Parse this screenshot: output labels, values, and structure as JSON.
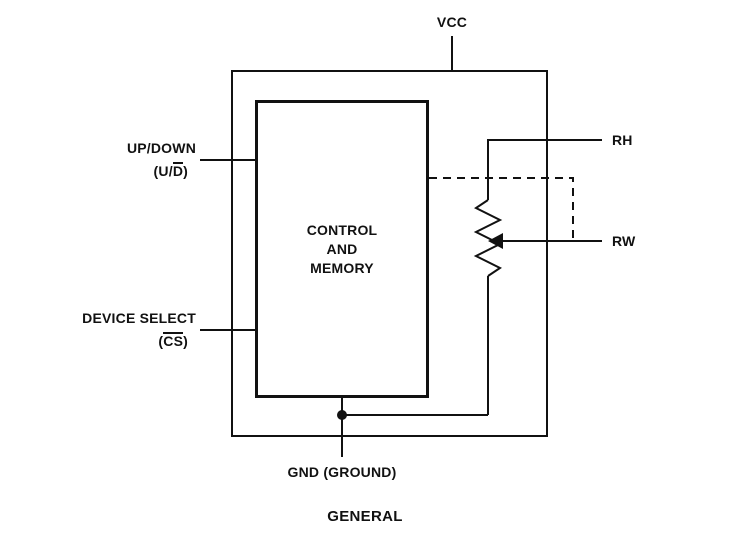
{
  "diagram": {
    "caption": "GENERAL",
    "pins": {
      "vcc": "VCC",
      "up_down": {
        "line1": "UP/DOWN",
        "prefix": "(U/",
        "overbar": "D",
        "suffix": ")"
      },
      "device_select": {
        "line1": "DEVICE SELECT",
        "prefix": "(",
        "overbar": "CS",
        "suffix": ")"
      },
      "rh": "RH",
      "rw": "RW",
      "gnd": "GND (GROUND)"
    },
    "control_block": {
      "lines": [
        "CONTROL",
        "AND",
        "MEMORY"
      ]
    },
    "colors": {
      "line": "#111111",
      "background": "#ffffff"
    }
  }
}
